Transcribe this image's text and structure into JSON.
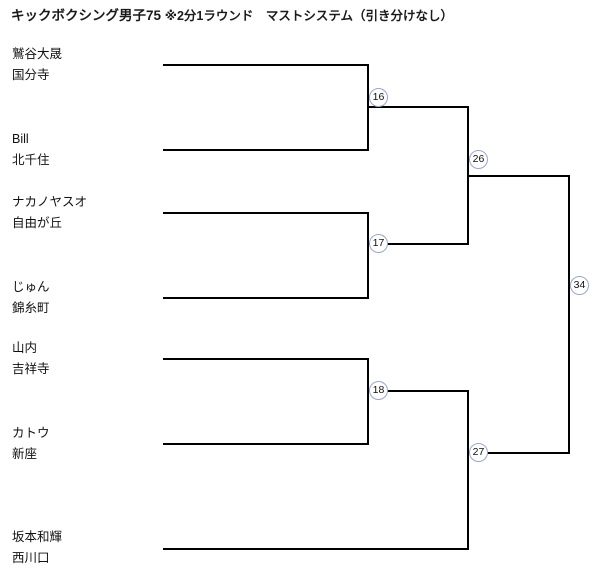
{
  "header": {
    "title_main": "キックボクシング男子75",
    "title_note": "※2分1ラウンド　マストシステム（引き分けなし）"
  },
  "bracket": {
    "entrants": [
      {
        "name": "鷲谷大晟",
        "club": "国分寺"
      },
      {
        "name": "Bill",
        "club": "北千住"
      },
      {
        "name": "ナカノヤスオ",
        "club": "自由が丘"
      },
      {
        "name": "じゅん",
        "club": "錦糸町"
      },
      {
        "name": "山内",
        "club": "吉祥寺"
      },
      {
        "name": "カトウ",
        "club": "新座"
      },
      {
        "name": "",
        "club": ""
      },
      {
        "name": "坂本和輝",
        "club": "西川口"
      }
    ],
    "matches": [
      {
        "id": "16"
      },
      {
        "id": "17"
      },
      {
        "id": "18"
      },
      {
        "id": "26"
      },
      {
        "id": "27"
      },
      {
        "id": "34"
      }
    ],
    "line_color": "#000000",
    "match_circle_color": "#9aa7c7"
  }
}
